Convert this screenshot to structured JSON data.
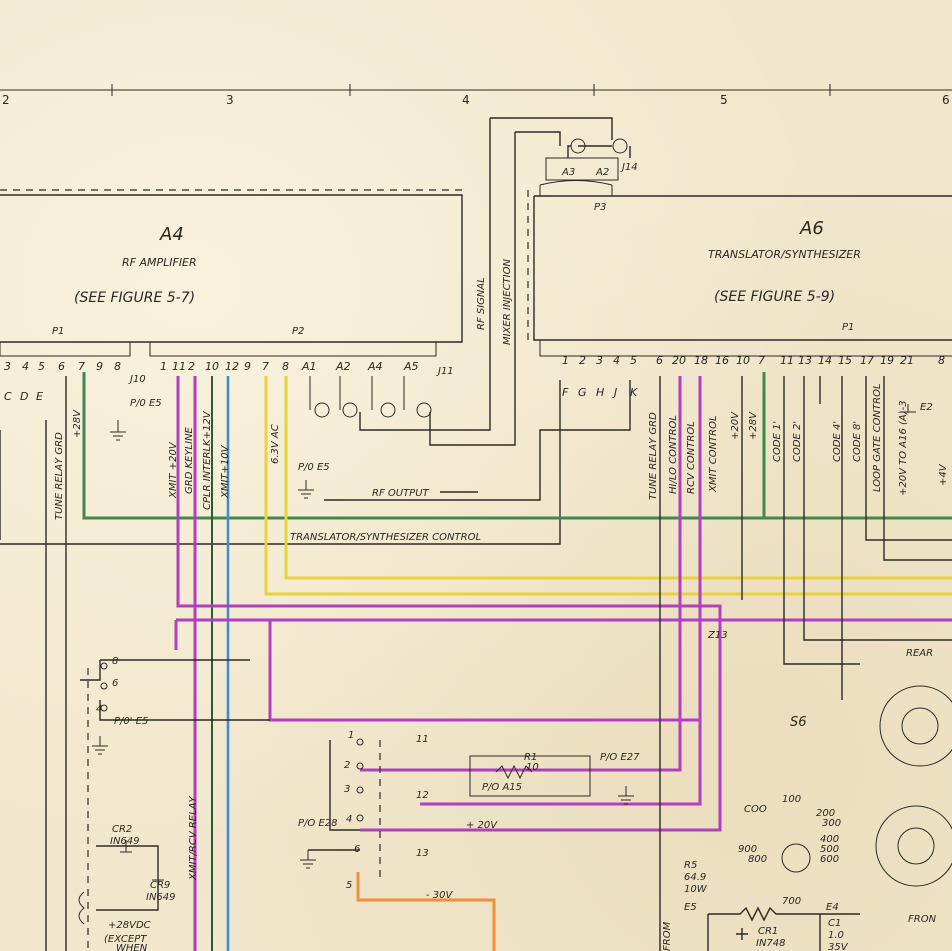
{
  "zones": [
    "2",
    "3",
    "4",
    "5",
    "6"
  ],
  "a4": {
    "id": "A4",
    "name": "RF AMPLIFIER",
    "ref": "(SEE FIGURE 5-7)",
    "p1": "P1",
    "p2": "P2",
    "p1_pins": [
      "3",
      "4",
      "5",
      "6",
      "7",
      "9",
      "8"
    ],
    "left_letters": [
      "C",
      "D",
      "E"
    ],
    "p2_pins": [
      "1",
      "11",
      "2",
      "10",
      "12",
      "9",
      "7",
      "8",
      "A1",
      "A2",
      "A4",
      "A5"
    ],
    "j10": "J10",
    "j11": "J11"
  },
  "a6": {
    "id": "A6",
    "name": "TRANSLATOR/SYNTHESIZER",
    "ref": "(SEE FIGURE 5-9)",
    "p1": "P1",
    "p3": "P3",
    "j14": "J14",
    "j14_pins": [
      "A3",
      "A2"
    ],
    "p1_pins": [
      "1",
      "2",
      "3",
      "4",
      "5",
      "6",
      "20",
      "18",
      "16",
      "10",
      "7",
      "11",
      "13",
      "14",
      "15",
      "17",
      "19",
      "21",
      "8"
    ],
    "letters": [
      "F",
      "G",
      "H",
      "J",
      "K"
    ]
  },
  "signals": {
    "tune_relay_grd": "TUNE RELAY GRD",
    "plus_28v_left": "+28V",
    "xmit_20v": "XMIT +20V",
    "grd_keyline": "GRD KEYLINE",
    "cplr_interlock": "CPLR INTERLK+12V",
    "xmit_10v": "XMIT+10V",
    "ac_63v": "6.3V AC",
    "rf_signal": "RF SIGNAL",
    "mixer_injection": "MIXER INJECTION",
    "rf_output": "RF OUTPUT",
    "trans_synth_control": "TRANSLATOR/SYNTHESIZER CONTROL",
    "tune_relay_grd2": "TUNE RELAY GRD",
    "hi_lo_control": "HI/LO CONTROL",
    "rcv_control": "RCV CONTROL",
    "xmit_control": "XMIT CONTROL",
    "plus_20v": "+20V",
    "plus_28v": "+28V",
    "code1": "CODE 1'",
    "code2": "CODE 2'",
    "code4": "CODE 4'",
    "code8": "CODE 8'",
    "loop_gate": "LOOP GATE CONTROL",
    "to_a16": "+20V TO A16 (A)-3",
    "plus_4v": "+4V",
    "e2": "E2"
  },
  "lower": {
    "p10_e5": "P/0 E5",
    "p10_e5b": "P/0' E5",
    "cr2": "CR2",
    "cr2_part": "IN649",
    "cr9": "CR9",
    "cr9_part": "IN649",
    "plus_28vdc": "+28VDC",
    "except": "(EXCEPT",
    "when": "WHEN",
    "relay_note": "XMIT/RCV RELAY",
    "z13": "Z13",
    "r1": "R1",
    "r1_val": "10",
    "p10_a15": "P/O A15",
    "p10_e27": "P/O E27",
    "p10_e28": "P/O E28",
    "plus_20v": "+ 20V",
    "minus_30v": "- 30V",
    "s6": "S6",
    "rear": "REAR",
    "front": "FRON",
    "r5": "R5",
    "r5_val": "64.9",
    "r5_w": "10W",
    "e5": "E5",
    "e4": "E4",
    "r5_700": "700",
    "cr1": "CR1",
    "cr1_part": "IN748",
    "c1": "C1",
    "c1_val": "1.0",
    "c1_v": "35V",
    "from": "FROM",
    "sw_values": [
      "100",
      "200",
      "300",
      "400",
      "500",
      "600",
      "800",
      "900",
      "COO"
    ]
  }
}
